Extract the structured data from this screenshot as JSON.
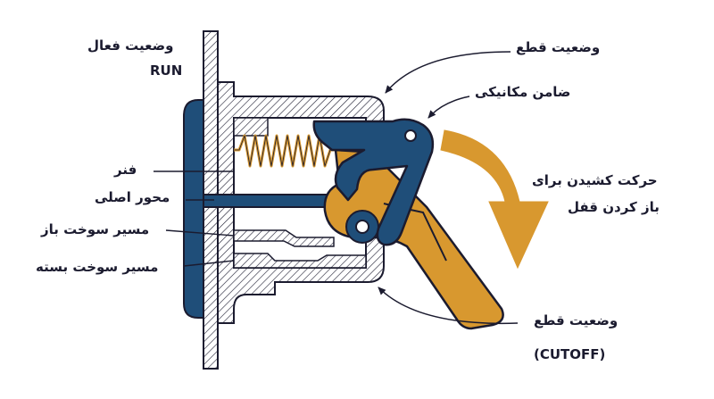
{
  "labels": {
    "run_state": "وضعیت فعال",
    "run_code": "RUN",
    "cutoff_top": "وضعیت قطع",
    "mechanical_guarantor": "ضامن مکانیکی",
    "pull_motion_line1": "حرکت کشیدن برای",
    "pull_motion_line2": "باز کردن قفل",
    "spring": "فنر",
    "main_shaft": "محور اصلی",
    "open_fuel_path": "مسیر سوخت باز",
    "closed_fuel_path": "مسیر سوخت بسته",
    "cutoff_bottom": "وضعیت قطع",
    "cutoff_code": "(CUTOFF)"
  },
  "colors": {
    "navy": "#1f4e79",
    "outline": "#1b1b2f",
    "orange": "#d8982f",
    "hatch": "#1b1b2f",
    "background": "#ffffff"
  }
}
